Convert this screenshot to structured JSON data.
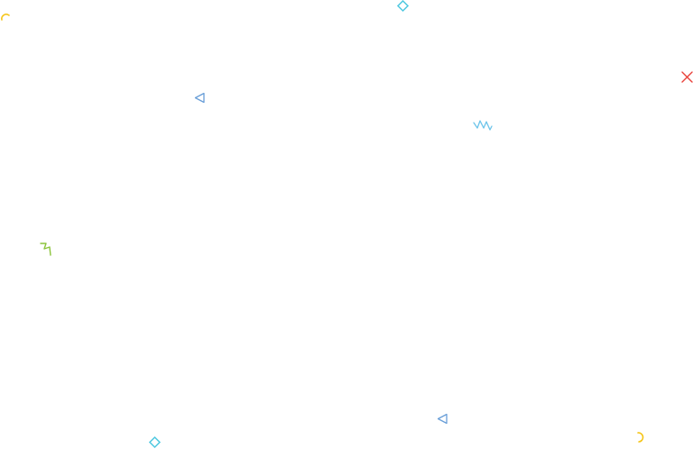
{
  "background": {
    "color": "#ffffff"
  },
  "palette": {
    "yellow": "#f5c518",
    "cyan": "#4fc8e0",
    "blue": "#6a9fd8",
    "light_blue": "#6cc4ea",
    "red": "#e8413a",
    "green": "#8cc43c"
  },
  "decorations": [
    {
      "icon": "arc-icon",
      "color": "yellow"
    },
    {
      "icon": "diamond-icon",
      "color": "cyan"
    },
    {
      "icon": "cross-icon",
      "color": "red"
    },
    {
      "icon": "triangle-left-icon",
      "color": "blue"
    },
    {
      "icon": "zigzag-icon",
      "color": "light_blue"
    },
    {
      "icon": "zigzag-icon",
      "color": "green"
    },
    {
      "icon": "triangle-left-icon",
      "color": "blue"
    },
    {
      "icon": "arc-icon",
      "color": "yellow"
    },
    {
      "icon": "diamond-icon",
      "color": "cyan"
    }
  ]
}
